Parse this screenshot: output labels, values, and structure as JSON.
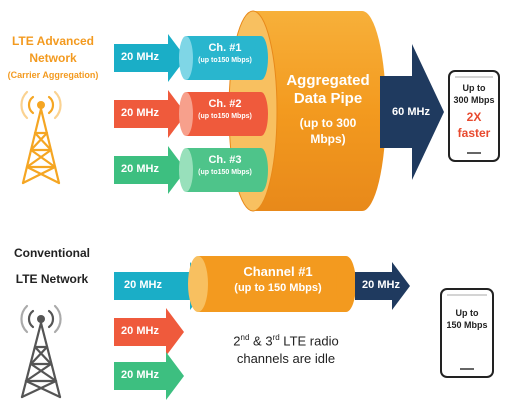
{
  "top": {
    "title_line1": "LTE Advanced",
    "title_line2": "Network",
    "title_line3": "(Carrier Aggregation)",
    "input_arrows": [
      {
        "label": "20 MHz",
        "color": "#1aaec7"
      },
      {
        "label": "20 MHz",
        "color": "#ef5a3c"
      },
      {
        "label": "20 MHz",
        "color": "#3dbf80"
      }
    ],
    "channels": [
      {
        "name": "Ch. #1",
        "rate": "(up to150 Mbps)",
        "color": "#29b6ce"
      },
      {
        "name": "Ch. #2",
        "rate": "(up to150 Mbps)",
        "color": "#ef5a3c"
      },
      {
        "name": "Ch. #3",
        "rate": "(up to150 Mbps)",
        "color": "#4ec48a"
      }
    ],
    "pipe_line1": "Aggregated",
    "pipe_line2": "Data Pipe",
    "pipe_line3": "(up to 300",
    "pipe_line4": "Mbps)",
    "output_arrow_label": "60 MHz",
    "phone_line1": "Up to",
    "phone_line2": "300 Mbps",
    "phone_highlight1": "2X",
    "phone_highlight2": "faster"
  },
  "bottom": {
    "title_line1": "Conventional",
    "title_line2": "LTE Network",
    "input_arrows": [
      {
        "label": "20 MHz",
        "color": "#1aaec7"
      },
      {
        "label": "20 MHz",
        "color": "#ef5a3c"
      },
      {
        "label": "20 MHz",
        "color": "#3dbf80"
      }
    ],
    "channel_name": "Channel #1",
    "channel_rate": "(up to 150 Mbps)",
    "output_arrow_label": "20 MHz",
    "idle_line1_part1": "2",
    "idle_line1_sup1": "nd",
    "idle_line1_part2": " & 3",
    "idle_line1_sup2": "rd",
    "idle_line1_part3": " LTE radio",
    "idle_line2": "channels are idle",
    "phone_line1": "Up to",
    "phone_line2": "150 Mbps"
  },
  "colors": {
    "orange": "#f5a623",
    "navy": "#1f3a5f",
    "tower_top": "#f5a623",
    "tower_bottom": "#555555"
  }
}
